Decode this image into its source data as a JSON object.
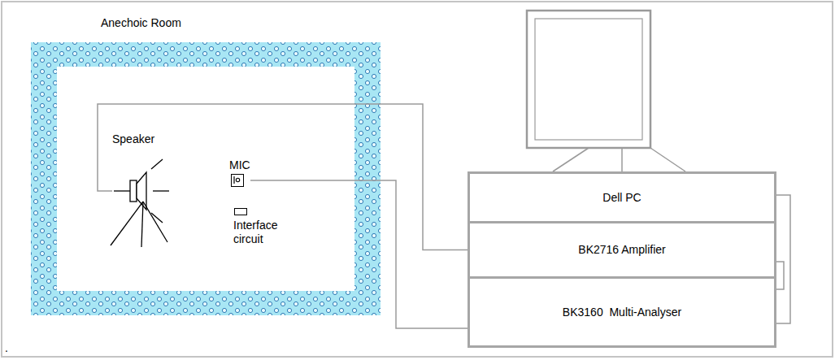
{
  "diagram": {
    "nodes": [
      {
        "text": [
          "Anechoic Room"
        ]
      },
      {
        "text": [
          "Speaker"
        ],
        "in": 0
      },
      {
        "text": [
          "MIC"
        ],
        "in": 0
      },
      {
        "text": [
          "Interface circuit"
        ],
        "in": 0
      },
      {
        "text": [
          "Dell PC"
        ]
      },
      {
        "text": [
          "BK2716 Amplifier"
        ]
      },
      {
        "text": [
          "BK3160  Multi-Analyser"
        ]
      }
    ],
    "edges": [
      {
        "from": 1,
        "to": 5,
        "arrow": "none"
      },
      {
        "from": 2,
        "to": 6,
        "arrow": "none"
      },
      {
        "from": 4,
        "to": 6,
        "arrow": "none"
      }
    ],
    "labels": [
      "."
    ]
  }
}
